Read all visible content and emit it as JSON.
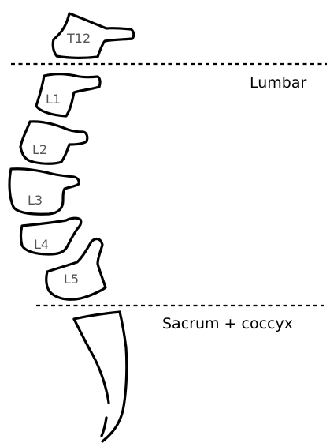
{
  "vertebrae": [
    {
      "id": "t12",
      "label": "T12"
    },
    {
      "id": "l1",
      "label": "L1"
    },
    {
      "id": "l2",
      "label": "L2"
    },
    {
      "id": "l3",
      "label": "L3"
    },
    {
      "id": "l4",
      "label": "L4"
    },
    {
      "id": "l5",
      "label": "L5"
    }
  ],
  "regions": {
    "lumbar": "Lumbar",
    "sacrum": "Sacrum + coccyx"
  },
  "colors": {
    "outline": "#000000",
    "vertebra_label": "#555555",
    "region_label": "#000000"
  }
}
